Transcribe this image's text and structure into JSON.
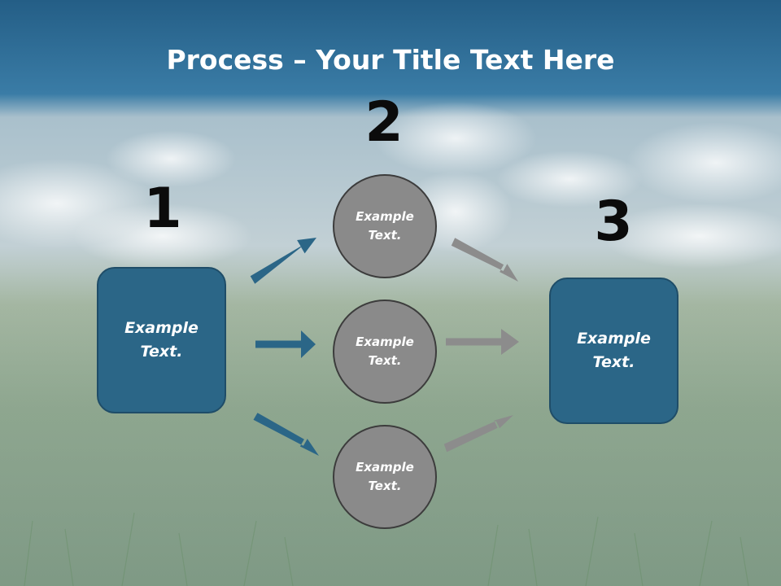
{
  "title": {
    "bold": "Process",
    "rest": " – Your Title Text Here"
  },
  "steps": {
    "one": "1",
    "two": "2",
    "three": "3"
  },
  "boxes": {
    "left": {
      "line1": "Example",
      "line2": "Text."
    },
    "right": {
      "line1": "Example",
      "line2": "Text."
    }
  },
  "circles": [
    {
      "line1": "Example",
      "line2": "Text."
    },
    {
      "line1": "Example",
      "line2": "Text."
    },
    {
      "line1": "Example",
      "line2": "Text."
    }
  ],
  "colors": {
    "box_fill": "#2b6687",
    "circle_fill": "#8a8a8a",
    "arrow_blue": "#2b6687",
    "arrow_gray": "#8c8c8c",
    "sky_top": "#245e86"
  }
}
